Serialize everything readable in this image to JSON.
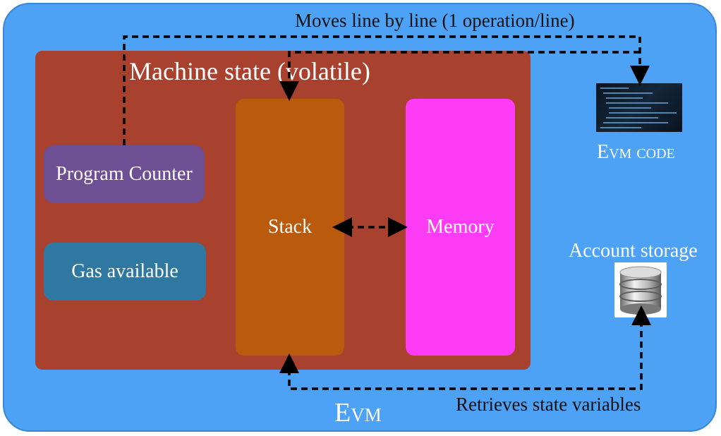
{
  "diagram": {
    "container_label": "Evm",
    "machine_state_title": "Machine state (volatile)",
    "components": {
      "program_counter": "Program Counter",
      "gas_available": "Gas available",
      "stack": "Stack",
      "memory": "Memory"
    },
    "external": {
      "evm_code": "Evm code",
      "account_storage": "Account storage"
    },
    "annotations": {
      "moves_line": "Moves line by line (1 operation/line)",
      "retrieves": "Retrieves state variables"
    }
  },
  "colors": {
    "evm_background": "#4da2f5",
    "machine_state": "#a9412f",
    "program_counter": "#6f4f94",
    "gas_available": "#2f78a1",
    "stack": "#b95a0d",
    "memory": "#ff3cf5"
  },
  "icons": [
    "code-screenshot-icon",
    "database-icon"
  ]
}
